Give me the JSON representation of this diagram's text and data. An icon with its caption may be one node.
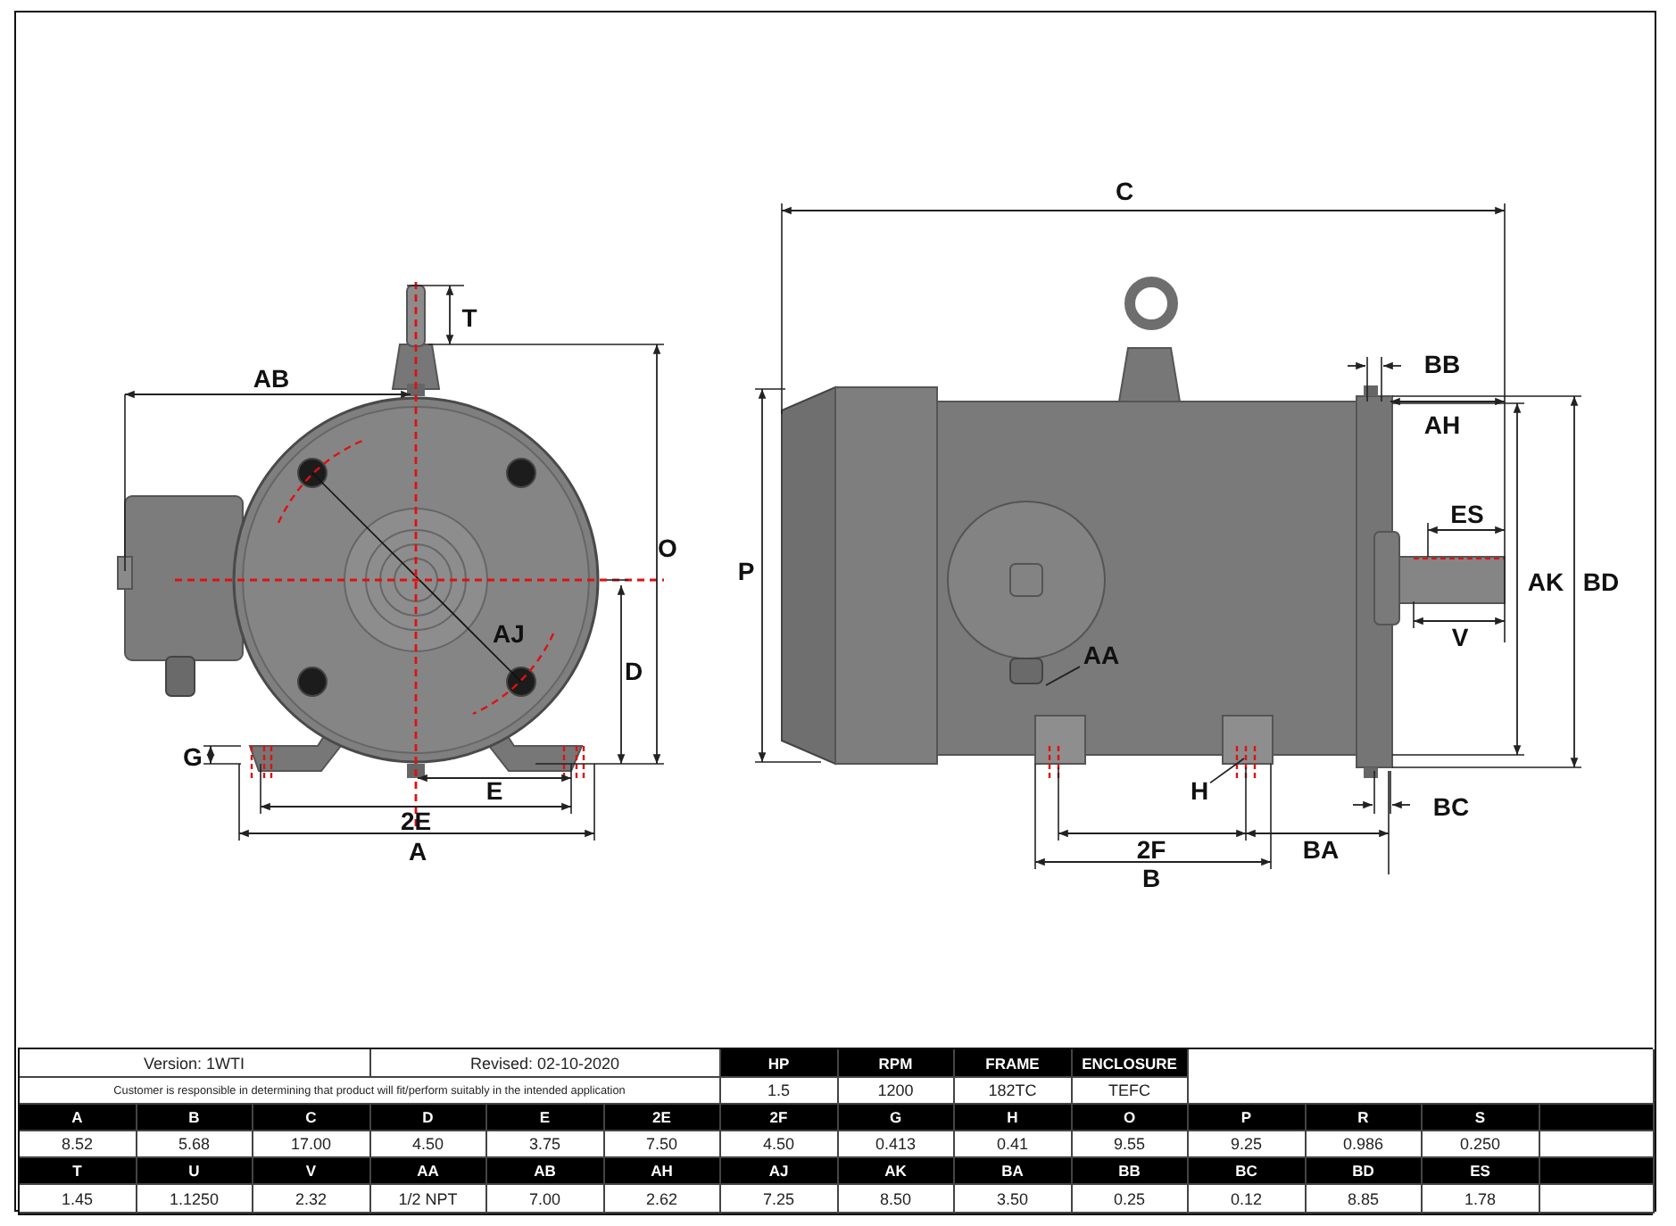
{
  "diagram": {
    "nodes": [
      {
        "text": [
          "AA"
        ]
      },
      {
        "text": [
          "H"
        ]
      }
    ],
    "edges": [
      {
        "from": 0,
        "to": null,
        "arrow": "none"
      },
      {
        "from": 1,
        "to": null,
        "arrow": "none"
      }
    ],
    "labels": [
      "C",
      "T",
      "BB",
      "AB",
      "AH",
      "ES",
      "O",
      "P",
      "AK",
      "BD",
      "AJ",
      "V",
      "D",
      "G",
      "E",
      "BC",
      "2E",
      "A",
      "2F",
      "BA",
      "B",
      "Version: 1WTI",
      "Revised: 02-10-2020",
      "HP",
      "RPM",
      "FRAME",
      "ENCLOSURE",
      "Customer is responsible in determining that product will fit/perform suitably in the intended application",
      "1.5",
      "1200",
      "182TC",
      "TEFC",
      "A",
      "B",
      "C",
      "D",
      "E",
      "2E",
      "2F",
      "G",
      "H",
      "O",
      "P",
      "R",
      "S",
      "8.52",
      "5.68",
      "17.00",
      "4.50",
      "3.75",
      "7.50",
      "4.50",
      "0.413",
      "0.41",
      "9.55",
      "9.25",
      "0.986",
      "0.250",
      "T",
      "U",
      "V",
      "AA",
      "AB",
      "AH",
      "AJ",
      "AK",
      "BA",
      "BB",
      "BC",
      "BD",
      "ES",
      "1.45",
      "1.1250",
      "2.32",
      "1/2 NPT",
      "7.00",
      "2.62",
      "7.25",
      "8.50",
      "3.50",
      "0.25",
      "0.12",
      "8.85",
      "1.78"
    ]
  }
}
